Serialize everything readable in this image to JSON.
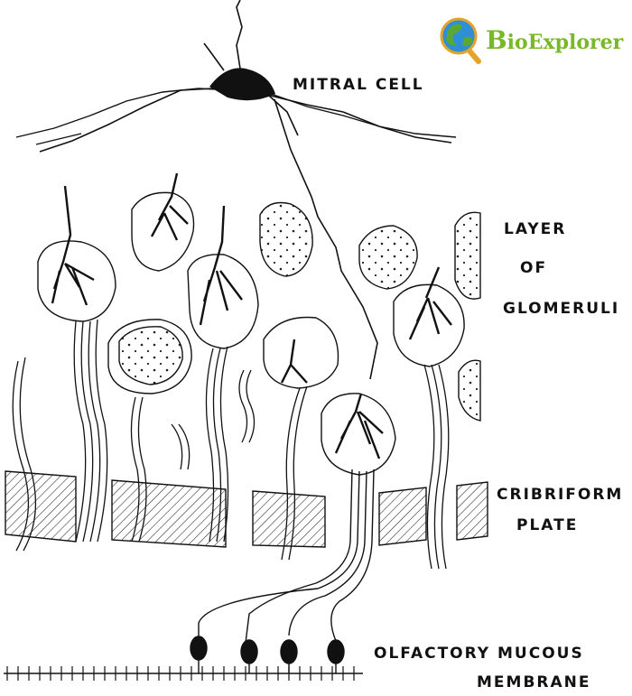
{
  "logo": {
    "text_initial": "B",
    "text_rest": "ioExplorer",
    "colors": {
      "text": "#7ab829",
      "globe_blue": "#2f8fd6",
      "globe_green": "#5aa832",
      "handle": "#e4a42a"
    },
    "icon": "globe-magnifier-icon"
  },
  "labels": {
    "mitral_cell": "MITRAL CELL",
    "layer_of_glomeruli": [
      "LAYER",
      "OF",
      "GLOMERULI"
    ],
    "cribriform_plate": [
      "CRIBRIFORM",
      "PLATE"
    ],
    "olfactory_mucous_membrane": [
      "OLFACTORY MUCOUS",
      "MEMBRANE"
    ]
  }
}
